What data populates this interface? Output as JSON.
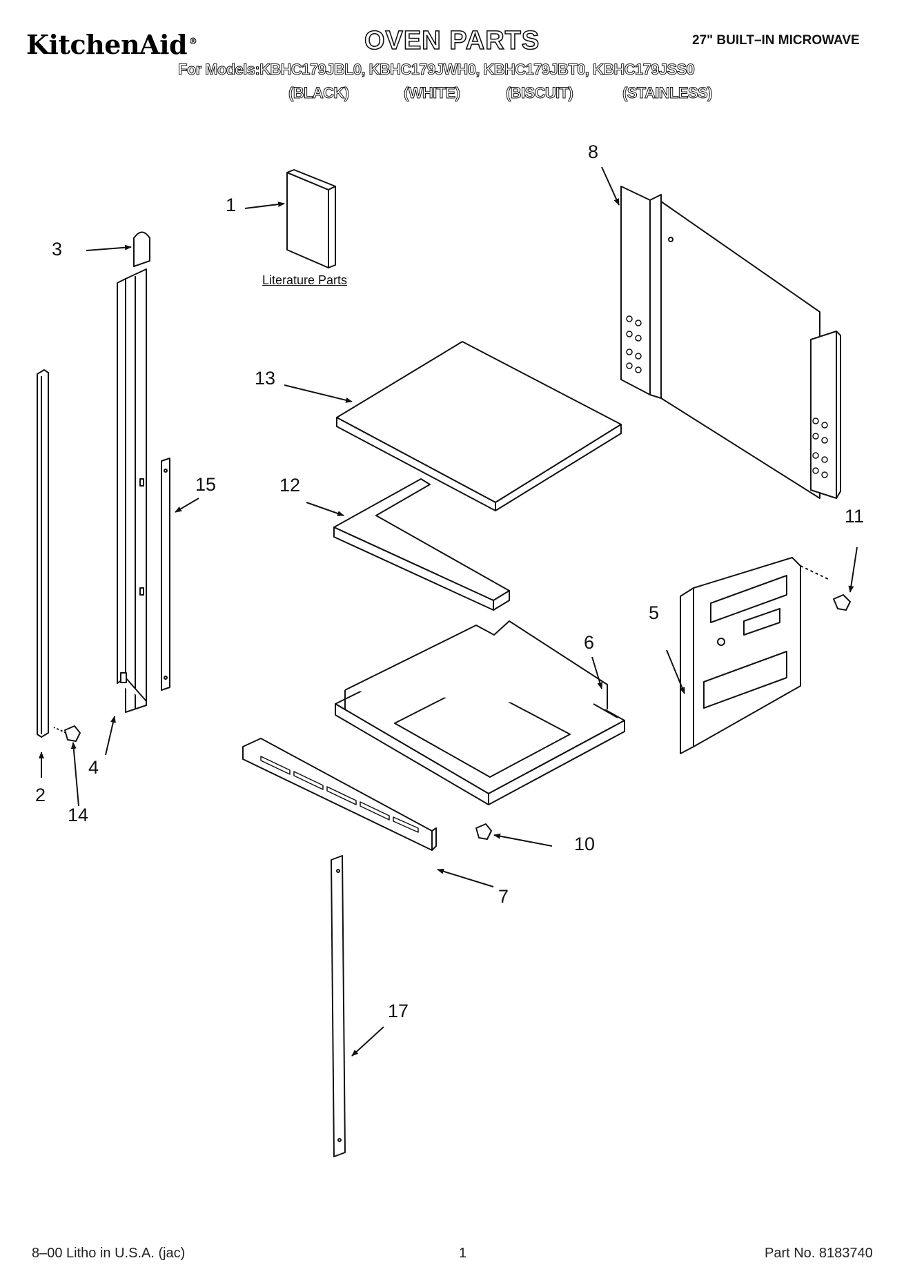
{
  "header": {
    "brand": "KitchenAid",
    "title": "OVEN PARTS",
    "product": "27\" BUILT–IN MICROWAVE",
    "models_line": "For Models:KBHC179JBL0, KBHC179JWH0, KBHC179JBT0, KBHC179JSS0",
    "finishes": [
      "(BLACK)",
      "(WHITE)",
      "(BISCUIT)",
      "(STAINLESS)"
    ]
  },
  "diagram": {
    "literature_label": "Literature Parts",
    "callouts": [
      "1",
      "2",
      "3",
      "4",
      "5",
      "6",
      "7",
      "8",
      "10",
      "11",
      "12",
      "13",
      "14",
      "15",
      "17"
    ]
  },
  "footer": {
    "litho": "8–00 Litho in U.S.A. (jac)",
    "page": "1",
    "part_no": "Part No. 8183740"
  }
}
